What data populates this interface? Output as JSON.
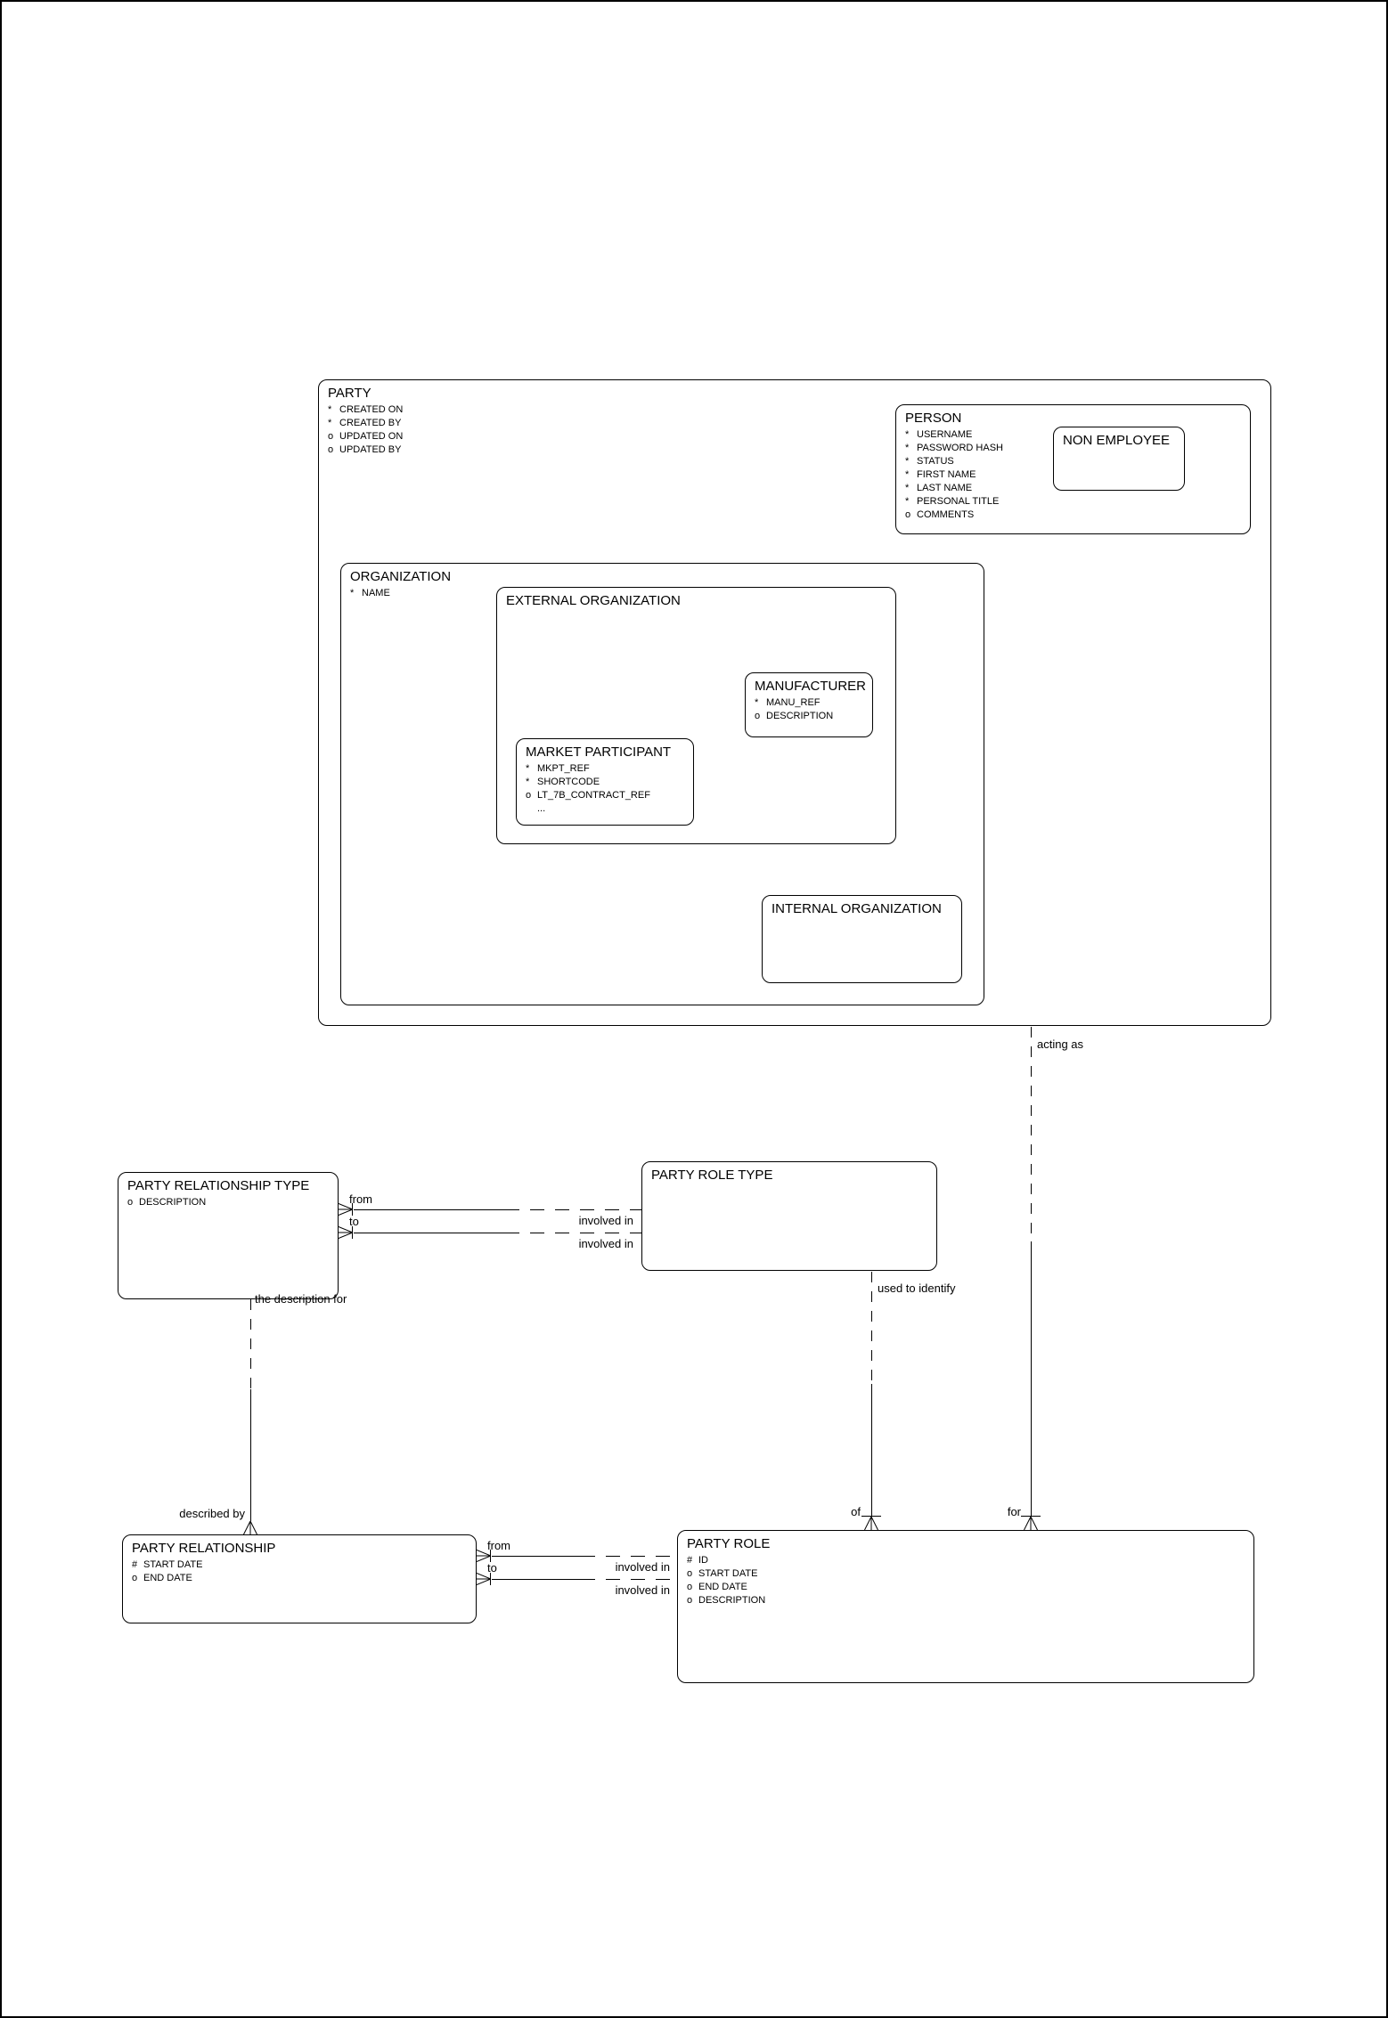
{
  "entities": {
    "party": {
      "title": "PARTY",
      "attributes": [
        {
          "marker": "*",
          "label": "CREATED ON"
        },
        {
          "marker": "*",
          "label": "CREATED BY"
        },
        {
          "marker": "o",
          "label": "UPDATED ON"
        },
        {
          "marker": "o",
          "label": "UPDATED BY"
        }
      ]
    },
    "person": {
      "title": "PERSON",
      "attributes": [
        {
          "marker": "*",
          "label": "USERNAME"
        },
        {
          "marker": "*",
          "label": "PASSWORD HASH"
        },
        {
          "marker": "*",
          "label": "STATUS"
        },
        {
          "marker": "*",
          "label": "FIRST NAME"
        },
        {
          "marker": "*",
          "label": "LAST NAME"
        },
        {
          "marker": "*",
          "label": "PERSONAL TITLE"
        },
        {
          "marker": "o",
          "label": "COMMENTS"
        }
      ]
    },
    "non_employee": {
      "title": "NON EMPLOYEE"
    },
    "organization": {
      "title": "ORGANIZATION",
      "attributes": [
        {
          "marker": "*",
          "label": "NAME"
        }
      ]
    },
    "external_organization": {
      "title": "EXTERNAL ORGANIZATION"
    },
    "manufacturer": {
      "title": "MANUFACTURER",
      "attributes": [
        {
          "marker": "*",
          "label": "MANU_REF"
        },
        {
          "marker": "o",
          "label": "DESCRIPTION"
        }
      ]
    },
    "market_participant": {
      "title": "MARKET PARTICIPANT",
      "attributes": [
        {
          "marker": "*",
          "label": "MKPT_REF"
        },
        {
          "marker": "*",
          "label": "SHORTCODE"
        },
        {
          "marker": "o",
          "label": "LT_7B_CONTRACT_REF"
        },
        {
          "marker": "",
          "label": "..."
        }
      ]
    },
    "internal_organization": {
      "title": "INTERNAL ORGANIZATION"
    },
    "party_relationship_type": {
      "title": "PARTY RELATIONSHIP TYPE",
      "attributes": [
        {
          "marker": "o",
          "label": "DESCRIPTION"
        }
      ]
    },
    "party_role_type": {
      "title": "PARTY ROLE TYPE"
    },
    "party_relationship": {
      "title": "PARTY RELATIONSHIP",
      "attributes": [
        {
          "marker": "#",
          "label": "START DATE"
        },
        {
          "marker": "o",
          "label": "END DATE"
        }
      ]
    },
    "party_role": {
      "title": "PARTY ROLE",
      "attributes": [
        {
          "marker": "#",
          "label": "ID"
        },
        {
          "marker": "o",
          "label": "START DATE"
        },
        {
          "marker": "o",
          "label": "END DATE"
        },
        {
          "marker": "o",
          "label": "DESCRIPTION"
        }
      ]
    }
  },
  "relationships": {
    "acting_as_for": {
      "top_label": "acting as",
      "bottom_label": "for"
    },
    "used_to_identify_of": {
      "top_label": "used to identify",
      "bottom_label": "of"
    },
    "description_described": {
      "top_label": "the description for",
      "bottom_label": "described by"
    },
    "type_from": {
      "near_label": "from",
      "far_label": "involved in"
    },
    "type_to": {
      "near_label": "to",
      "far_label": "involved in"
    },
    "rel_from": {
      "near_label": "from",
      "far_label": "involved in"
    },
    "rel_to": {
      "near_label": "to",
      "far_label": "involved in"
    }
  },
  "colors": {
    "line": "#000000",
    "background": "#ffffff"
  }
}
